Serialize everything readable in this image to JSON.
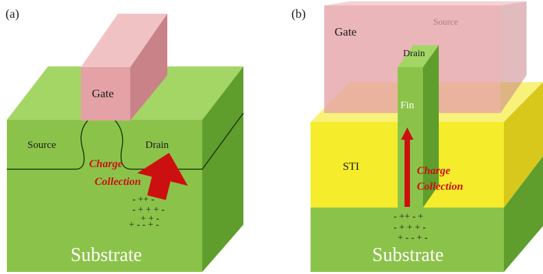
{
  "panel_a": {
    "tag": "(a)",
    "gate": "Gate",
    "source": "Source",
    "drain": "Drain",
    "charge_line1": "Charge",
    "charge_line2": "Collection",
    "substrate": "Substrate",
    "charges": [
      "- ++ -",
      "- + +  + -",
      "+ + -",
      "+ - - + -"
    ]
  },
  "panel_b": {
    "tag": "(b)",
    "gate": "Gate",
    "source": "Source",
    "drain": "Drain",
    "fin": "Fin",
    "sti": "STI",
    "charge_line1": "Charge",
    "charge_line2": "Collection",
    "substrate": "Substrate",
    "charges": [
      "- ++ - +",
      "- + +  + -",
      "+ - - + -"
    ]
  },
  "colors": {
    "substrate_front": "#8bc34a",
    "substrate_top": "#a3d665",
    "substrate_side": "#5f9e2d",
    "gate_front": "#e4a2a6",
    "gate_top": "#f1c2c4",
    "gate_side": "#c98388",
    "sti_front": "#f5ec2c",
    "sti_top": "#f8f27a",
    "sti_side": "#d8c81c",
    "arrow": "#cc1010",
    "text_red": "#cc1010",
    "text_white": "#ffffff",
    "text_dark": "#1a1a1a"
  }
}
